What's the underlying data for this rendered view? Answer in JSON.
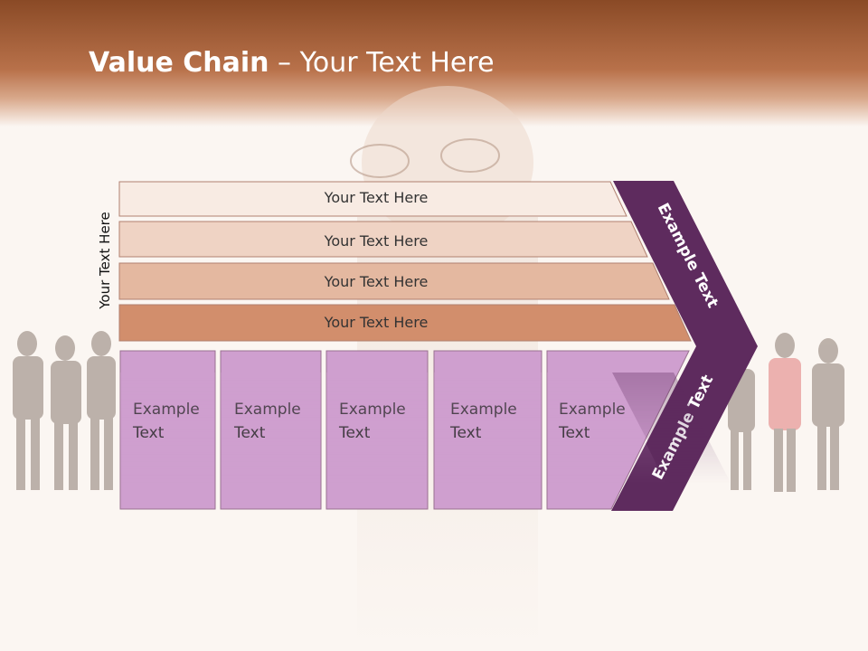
{
  "slide": {
    "title_bold": "Value Chain",
    "title_rest": " – Your Text Here",
    "vertical_label": "Your Text Here",
    "bars": [
      {
        "label": "Your Text Here",
        "fill": "#f8ebe3"
      },
      {
        "label": "Your Text Here",
        "fill": "#efd3c4"
      },
      {
        "label": "Your Text Here",
        "fill": "#e4b8a0"
      },
      {
        "label": "Your Text Here",
        "fill": "#d28e6c"
      }
    ],
    "cells": [
      {
        "line1": "Example",
        "line2": "Text"
      },
      {
        "line1": "Example",
        "line2": "Text"
      },
      {
        "line1": "Example",
        "line2": "Text"
      },
      {
        "line1": "Example",
        "line2": "Text"
      },
      {
        "line1": "Example",
        "line2": "Text"
      }
    ],
    "arrow_top_label": "Example Text",
    "arrow_bottom_label": "Example Text",
    "colors": {
      "header": "#b8714a",
      "cell_fill": "#cf9fcf",
      "arrow_fill": "#5e2b5e",
      "title_text": "#ffffff"
    }
  }
}
